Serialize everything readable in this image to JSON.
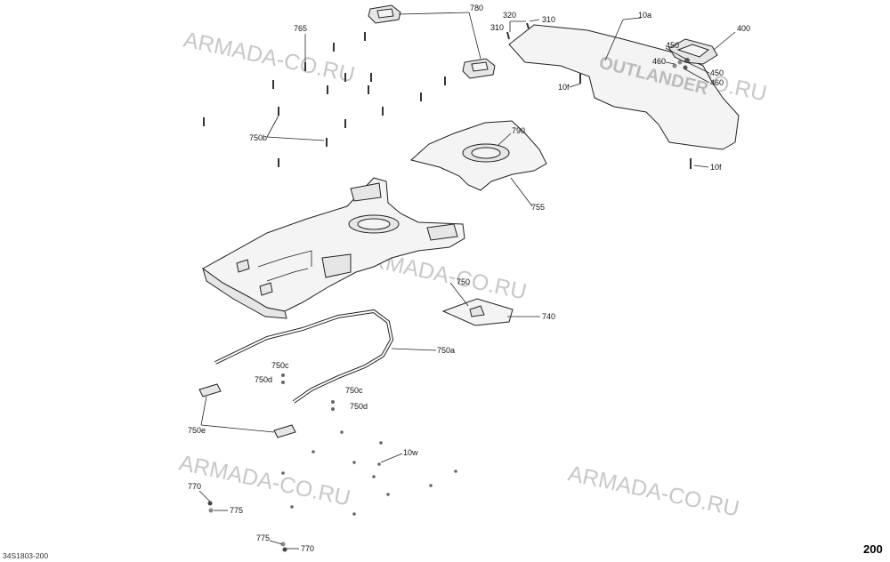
{
  "watermark": "ARMADA-CO.RU",
  "page_number": "200",
  "document_code": "34S1803-200",
  "labels": {
    "l780": "780",
    "l320": "320",
    "l310a": "310",
    "l310b": "310",
    "l10a": "10a",
    "l400": "400",
    "l765": "765",
    "l450a": "450",
    "l460a": "460",
    "l450b": "450",
    "l460b": "460",
    "l10f_top": "10f",
    "l750b": "750b",
    "l790": "790",
    "l10f_right": "10f",
    "l755": "755",
    "l750": "750",
    "l740": "740",
    "l750a": "750a",
    "l750c_left": "750c",
    "l750d_left": "750d",
    "l750c_right": "750c",
    "l750d_right": "750d",
    "l750e": "750e",
    "l10w": "10w",
    "l770_top": "770",
    "l775_top": "775",
    "l775_bot": "775",
    "l770_bot": "770"
  },
  "logo_text": "OUTLANDER"
}
